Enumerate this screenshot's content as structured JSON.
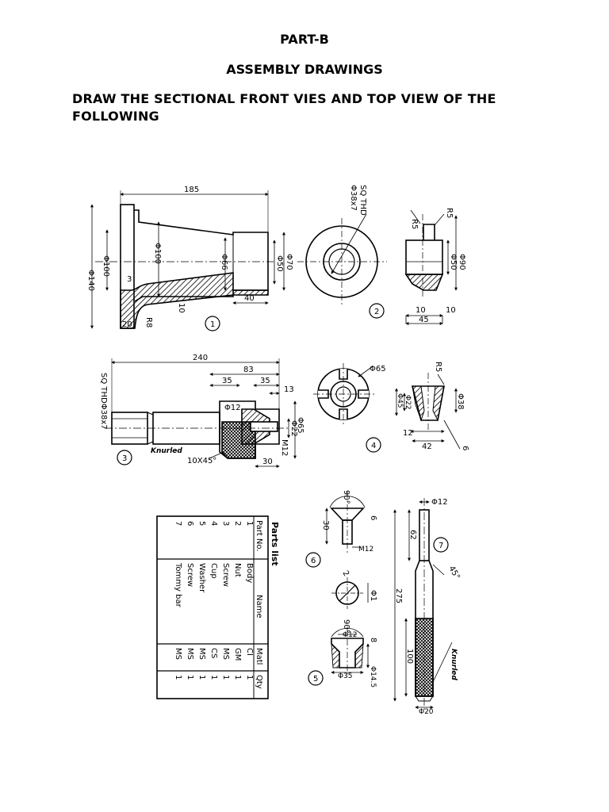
{
  "header": {
    "part": "PART-B",
    "section": "ASSEMBLY DRAWINGS",
    "instruction_line1": "DRAW THE SECTIONAL  FRONT VIES AND TOP VIEW OF THE",
    "instruction_line2": "FOLLOWING"
  },
  "fig1": {
    "dims": [
      "185",
      "Φ140",
      "Φ100",
      "Φ100",
      "Φ66",
      "Φ70",
      "Φ50",
      "3",
      "10",
      "40",
      "20",
      "R8"
    ],
    "num": "1"
  },
  "fig2": {
    "dims": [
      "SQ THD",
      "Φ38x7"
    ],
    "num": "2"
  },
  "fig_cup": {
    "dims": [
      "R5",
      "R5",
      "Φ90",
      "Φ50",
      "10",
      "10",
      "45"
    ]
  },
  "fig3": {
    "dims": [
      "240",
      "83",
      "35",
      "35",
      "13",
      "SQ THDΦ38x7",
      "Φ12",
      "Φ65",
      "Φ22",
      "M12",
      "10X45°",
      "30",
      "Knurled"
    ],
    "num": "3"
  },
  "fig4": {
    "dims": [
      "Φ65"
    ],
    "num": "4"
  },
  "fig_washer": {
    "dims": [
      "R5",
      "Φ22",
      "Φ45",
      "Φ38",
      "12",
      "42",
      "6"
    ]
  },
  "parts_list": {
    "title": "Parts list",
    "headers": [
      "Part No.",
      "Name",
      "Matl",
      "Qty"
    ],
    "rows": [
      [
        "1",
        "Body",
        "CI",
        "1"
      ],
      [
        "2",
        "Nut",
        "GM",
        "1"
      ],
      [
        "3",
        "Screw",
        "MS",
        "1"
      ],
      [
        "4",
        "Cup",
        "CS",
        "1"
      ],
      [
        "5",
        "Washer",
        "MS",
        "1"
      ],
      [
        "6",
        "Screw",
        "MS",
        "1"
      ],
      [
        "7",
        "Tommy bar",
        "MS",
        "1"
      ]
    ]
  },
  "fig6": {
    "dims": [
      "90°",
      "6",
      "30",
      "M12"
    ],
    "num": "6"
  },
  "fig_mid": {
    "dims": [
      "2",
      "Φ1"
    ]
  },
  "fig5": {
    "dims": [
      "90°",
      "8",
      "Φ35",
      "Φ14.5",
      "Φ12"
    ],
    "num": "5"
  },
  "fig7": {
    "dims": [
      "Φ12",
      "62",
      "45°",
      "275",
      "100",
      "Knurled",
      "Φ20"
    ],
    "num": "7"
  }
}
